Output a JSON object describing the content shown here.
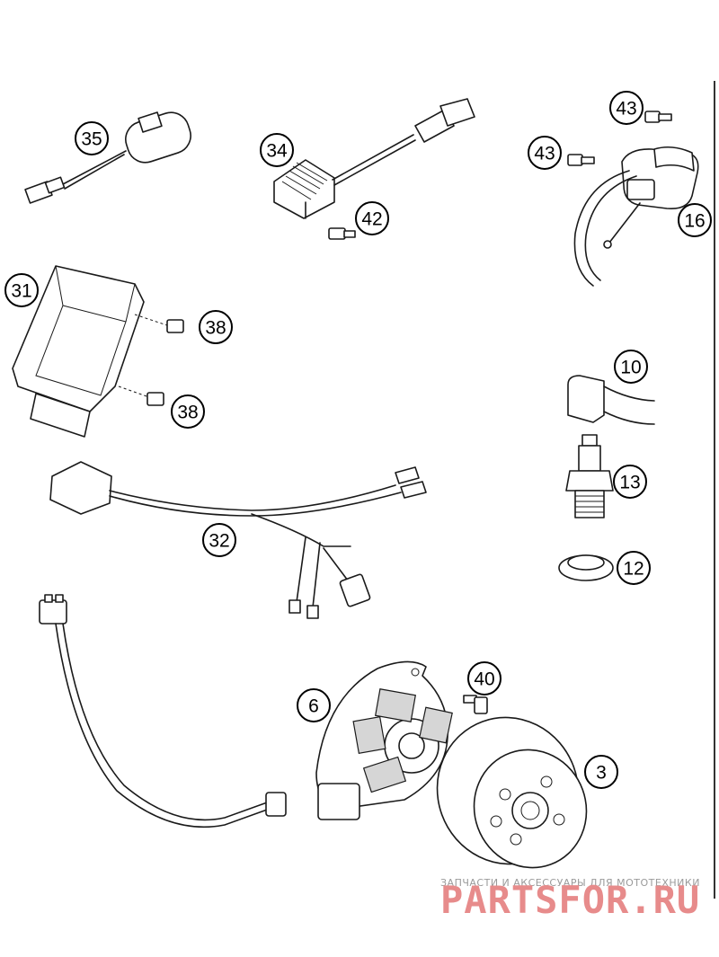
{
  "parts": [
    {
      "id": "p35",
      "number": "35"
    },
    {
      "id": "p34",
      "number": "34"
    },
    {
      "id": "p42",
      "number": "42"
    },
    {
      "id": "p43a",
      "number": "43"
    },
    {
      "id": "p43b",
      "number": "43"
    },
    {
      "id": "p16",
      "number": "16"
    },
    {
      "id": "p31",
      "number": "31"
    },
    {
      "id": "p38a",
      "number": "38"
    },
    {
      "id": "p38b",
      "number": "38"
    },
    {
      "id": "p10",
      "number": "10"
    },
    {
      "id": "p13",
      "number": "13"
    },
    {
      "id": "p32",
      "number": "32"
    },
    {
      "id": "p12",
      "number": "12"
    },
    {
      "id": "p40",
      "number": "40"
    },
    {
      "id": "p6",
      "number": "6"
    },
    {
      "id": "p3",
      "number": "3"
    }
  ],
  "watermark": {
    "tagline": "ЗАПЧАСТИ И АКСЕССУАРЫ ДЛЯ МОТОТЕХНИКИ",
    "logo": "PARTSFOR.RU",
    "color": "#e78b8b"
  }
}
